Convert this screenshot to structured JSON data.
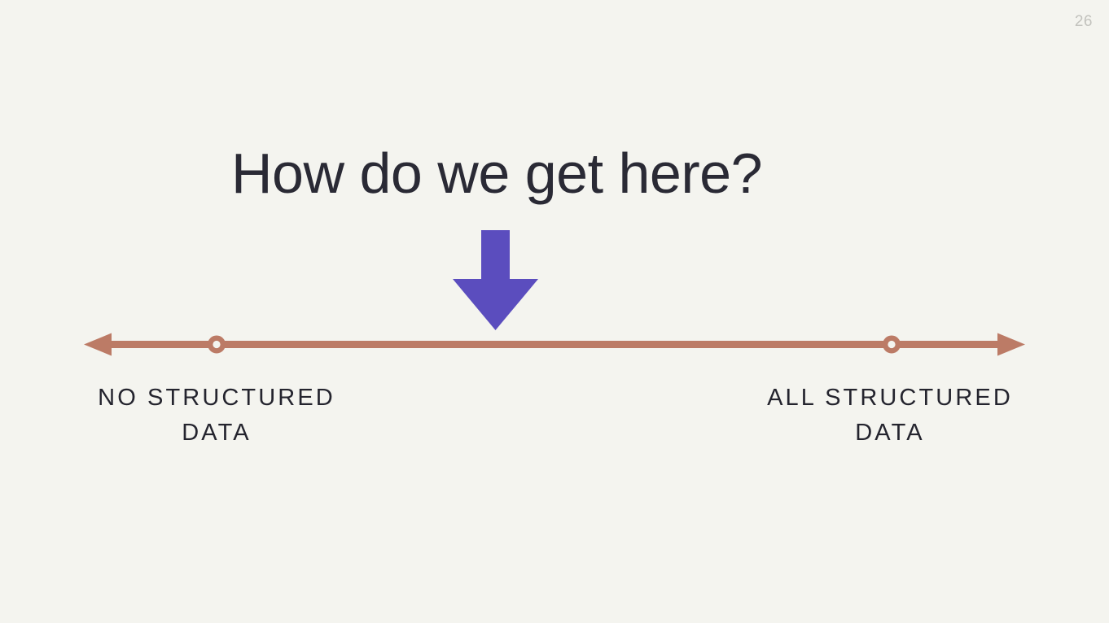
{
  "slide": {
    "page_number": "26",
    "background_color": "#f4f4ef",
    "title": "How do we get here?",
    "title_color": "#2a2a35"
  },
  "diagram": {
    "type": "spectrum-axis",
    "accent_color": "#bc7b66",
    "pointer_color": "#5b4dbe",
    "pointer_icon": "down-arrow-icon",
    "left_arrowhead_icon": "arrow-left-icon",
    "right_arrowhead_icon": "arrow-right-icon",
    "marker_icon": "circle-marker-icon",
    "endpoints": [
      {
        "line1": "NO STRUCTURED",
        "line2": "DATA",
        "position": "left"
      },
      {
        "line1": "ALL STRUCTURED",
        "line2": "DATA",
        "position": "right"
      }
    ]
  }
}
